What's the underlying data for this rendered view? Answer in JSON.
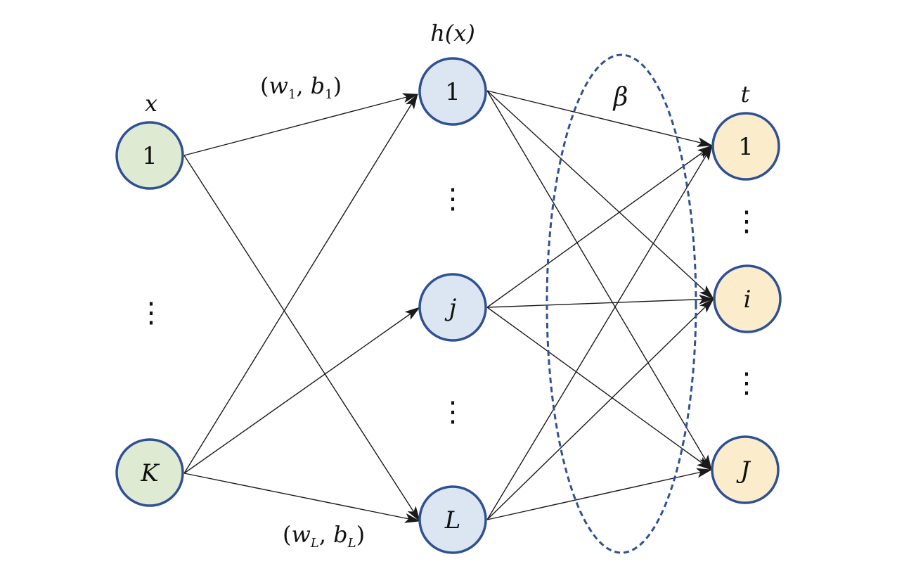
{
  "labels": {
    "input_layer": "x",
    "hidden_layer": "h(x)",
    "output_layer": "t",
    "output_weights": "β",
    "weight_top_w": "w",
    "weight_top_w_sub": "1",
    "weight_top_b": "b",
    "weight_top_b_sub": "1",
    "weight_bottom_w": "w",
    "weight_bottom_w_sub": "L",
    "weight_bottom_b": "b",
    "weight_bottom_b_sub": "L",
    "ellipsis": "⋮"
  },
  "nodes": {
    "input": [
      "1",
      "K"
    ],
    "hidden": [
      "1",
      "j",
      "L"
    ],
    "output": [
      "1",
      "i",
      "J"
    ]
  },
  "colors": {
    "input_fill": "#dfead3",
    "hidden_fill": "#dce6f2",
    "output_fill": "#fbeccc",
    "node_stroke": "#2f5193",
    "edge": "#1a1a1a",
    "ellipse": "#2f5193"
  }
}
